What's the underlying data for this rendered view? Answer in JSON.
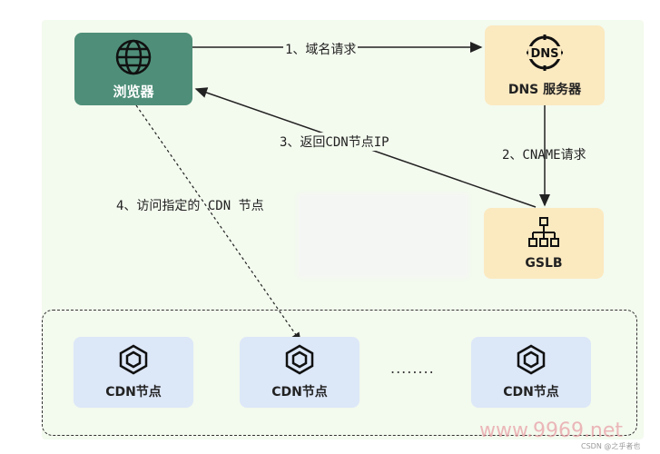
{
  "nodes": {
    "browser": {
      "label": "浏览器",
      "icon": "globe-icon"
    },
    "dns": {
      "label": "DNS 服务器",
      "icon": "dns-icon",
      "icon_text": "DNS"
    },
    "gslb": {
      "label": "GSLB",
      "icon": "network-tree-icon"
    },
    "cdn_nodes": [
      {
        "label": "CDN节点",
        "icon": "cube-icon"
      },
      {
        "label": "CDN节点",
        "icon": "cube-icon"
      },
      {
        "label": "CDN节点",
        "icon": "cube-icon"
      }
    ],
    "ellipsis": "........"
  },
  "edges": {
    "step1": "1、域名请求",
    "step2": "2、CNAME请求",
    "step3": "3、返回CDN节点IP",
    "step4": "4、访问指定的 CDN 节点"
  },
  "watermark": {
    "url": "www.9969.net",
    "credit": "CSDN @之乎者也"
  },
  "colors": {
    "background": "#f3faee",
    "browser": "#4f8f79",
    "server": "#fbe9c0",
    "cdn": "#dce7f8",
    "line": "#222222"
  }
}
